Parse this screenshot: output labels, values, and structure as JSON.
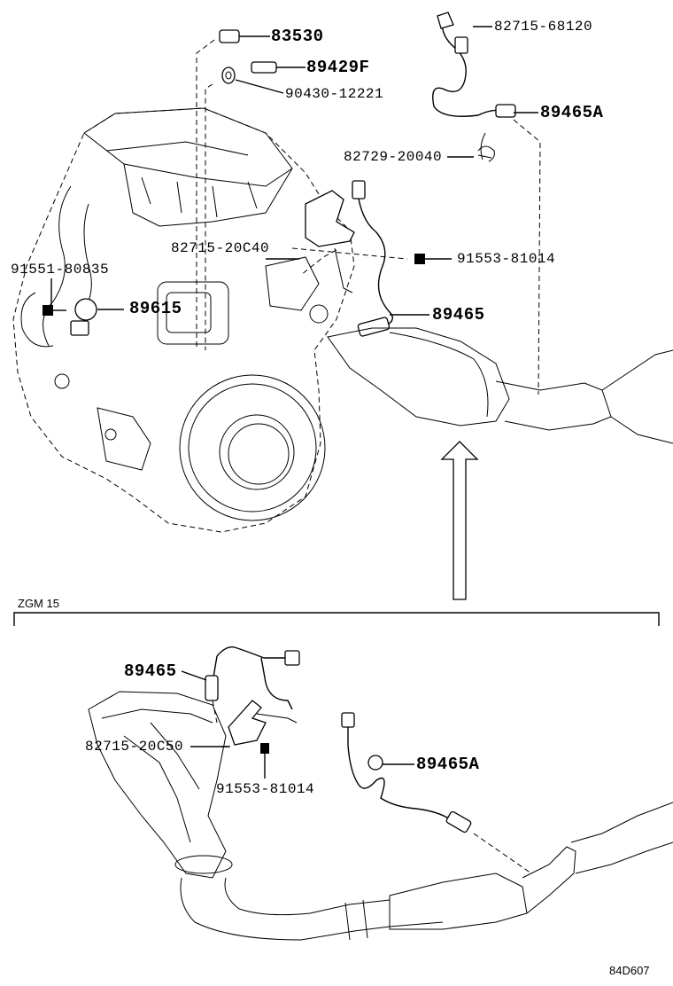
{
  "top_view": {
    "part_numbers": {
      "p83530": "83530",
      "p89429f": "89429F",
      "p90430": "90430-12221",
      "p82715_68120": "82715-68120",
      "p89465a": "89465A",
      "p82729": "82729-20040",
      "p82715_20c40": "82715-20C40",
      "p91553": "91553-81014",
      "p91551": "91551-80835",
      "p89615": "89615",
      "p89465": "89465"
    }
  },
  "variant_section": {
    "model_label": "ZGM 15",
    "part_numbers": {
      "p89465": "89465",
      "p82715_20c50": "82715-20C50",
      "p91553": "91553-81014",
      "p89465a": "89465A"
    }
  },
  "figure_code": "84D607"
}
